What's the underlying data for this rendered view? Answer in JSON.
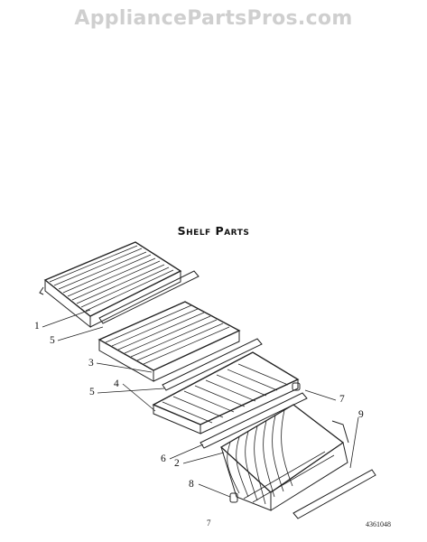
{
  "watermark": "AppliancePartsPros.com",
  "title": "Shelf Parts",
  "callouts": [
    "1",
    "5",
    "3",
    "5",
    "4",
    "6",
    "2",
    "8",
    "7",
    "9"
  ],
  "page_number": "7",
  "document_number": "4361048"
}
